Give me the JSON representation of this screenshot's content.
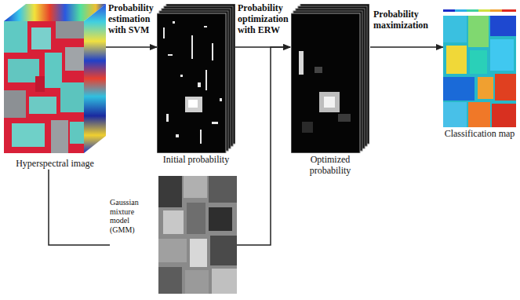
{
  "diagram": {
    "nodes": [
      {
        "text": [
          "Hyperspectral image"
        ]
      },
      {
        "text": [
          "Initial probability"
        ]
      },
      {
        "text": [
          "Optimized probability"
        ]
      },
      {
        "text": [
          "Classification map"
        ]
      },
      {
        "text": [
          "Gaussian mixture model (GMM)"
        ]
      }
    ],
    "edges": [
      {
        "from": 0,
        "to": 1,
        "arrow": "to",
        "label": "Probability estimation with SVM"
      },
      {
        "from": 1,
        "to": 2,
        "arrow": "to",
        "label": "Probability optimization with ERW"
      },
      {
        "from": 2,
        "to": 3,
        "arrow": "to",
        "label": "Probability maximization"
      },
      {
        "from": 0,
        "to": 4,
        "arrow": "none"
      },
      {
        "from": 4,
        "to": 2,
        "arrow": "to"
      }
    ]
  }
}
